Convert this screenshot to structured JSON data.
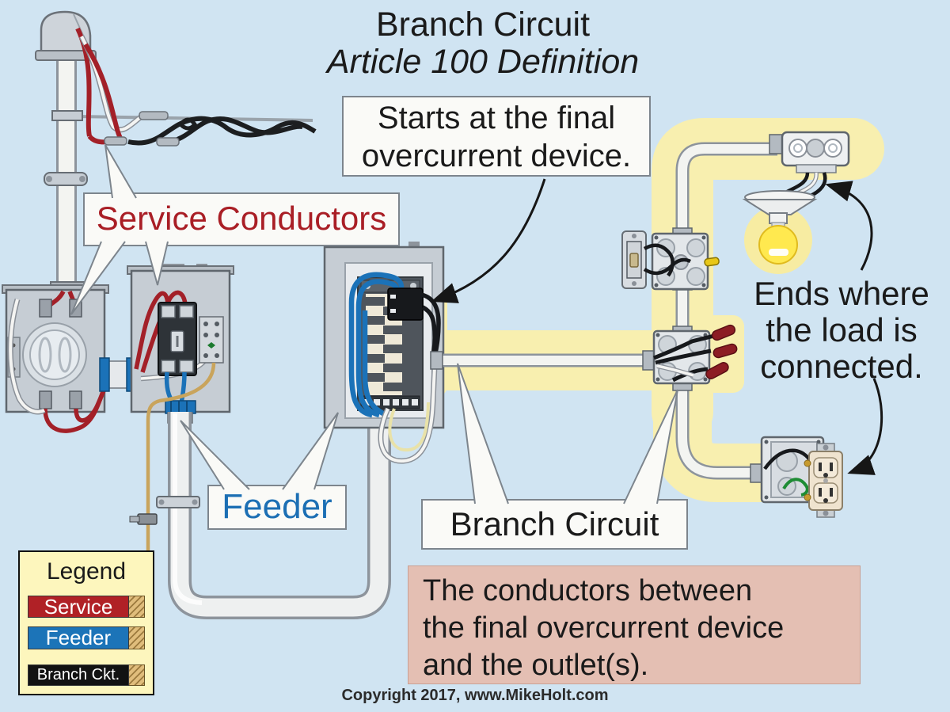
{
  "title": {
    "line1": "Branch Circuit",
    "line2": "Article 100 Definition"
  },
  "callouts": {
    "starts_line1": "Starts at the final",
    "starts_line2": "overcurrent device.",
    "service": "Service Conductors",
    "feeder": "Feeder",
    "branch": "Branch Circuit",
    "ends_line1": "Ends where",
    "ends_line2": "the load is",
    "ends_line3": "connected."
  },
  "definition": {
    "line1": "The conductors between",
    "line2": "the final overcurrent device",
    "line3": "and the outlet(s)."
  },
  "legend": {
    "title": "Legend",
    "items": [
      {
        "label": "Service",
        "color": "#b02126"
      },
      {
        "label": "Feeder",
        "color": "#1c74b8"
      },
      {
        "label": "Branch Ckt.",
        "color": "#121212"
      }
    ]
  },
  "copyright": {
    "text": "Copyright 2017, www.MikeHolt.com"
  },
  "colors": {
    "background": "#d0e4f2",
    "branch_highlight": "#f8efaf",
    "service_red": "#a91e25",
    "feeder_blue": "#1c6fb4",
    "pink_panel": "#e4bfb3",
    "legend_yellow": "#fdf6bd"
  }
}
